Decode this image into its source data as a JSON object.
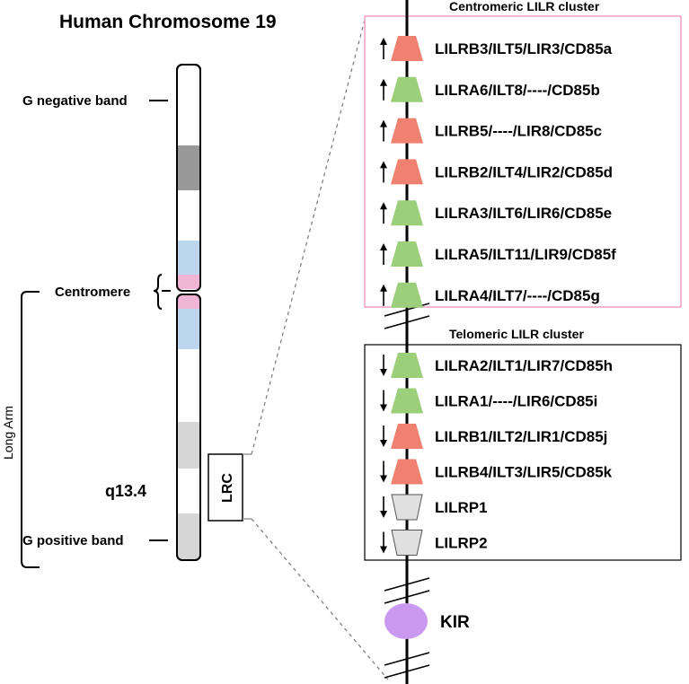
{
  "title": "Human Chromosome 19",
  "labels": {
    "g_negative": "G negative band",
    "g_positive": "G positive band",
    "centromere": "Centromere",
    "long_arm": "Long Arm",
    "q_band": "q13.4",
    "lrc": "LRC"
  },
  "centromeric": {
    "title": "Centromeric LILR cluster",
    "genes": [
      {
        "label": "LILRB3/ILT5/LIR3/CD85a",
        "type": "inhibitory",
        "direction": "up"
      },
      {
        "label": "LILRA6/ILT8/----/CD85b",
        "type": "activating",
        "direction": "up"
      },
      {
        "label": "LILRB5/----/LIR8/CD85c",
        "type": "inhibitory",
        "direction": "up"
      },
      {
        "label": "LILRB2/ILT4/LIR2/CD85d",
        "type": "inhibitory",
        "direction": "up"
      },
      {
        "label": "LILRA3/ILT6/LIR6/CD85e",
        "type": "activating",
        "direction": "up"
      },
      {
        "label": "LILRA5/ILT11/LIR9/CD85f",
        "type": "activating",
        "direction": "up"
      },
      {
        "label": "LILRA4/ILT7/----/CD85g",
        "type": "activating",
        "direction": "up"
      }
    ]
  },
  "telomeric": {
    "title": "Telomeric LILR cluster",
    "genes": [
      {
        "label": "LILRA2/ILT1/LIR7/CD85h",
        "type": "activating",
        "direction": "down"
      },
      {
        "label": "LILRA1/----/LIR6/CD85i",
        "type": "activating",
        "direction": "down"
      },
      {
        "label": "LILRB1/ILT2/LIR1/CD85j",
        "type": "inhibitory",
        "direction": "down"
      },
      {
        "label": "LILRB4/ILT3/LIR5/CD85k",
        "type": "inhibitory",
        "direction": "down"
      },
      {
        "label": "LILRP1",
        "type": "pseudogene",
        "direction": "down"
      },
      {
        "label": "LILRP2",
        "type": "pseudogene",
        "direction": "down"
      }
    ]
  },
  "kir": "KIR",
  "colors": {
    "inhibitory": "#f08070",
    "activating": "#9ccf7a",
    "pseudogene": "#e0e0e0",
    "kir": "#c99af0",
    "centromeric_border": "#f0a0c8",
    "band_dark": "#999999",
    "band_light": "#d6d6d6",
    "band_blue": "#bcd6ee",
    "band_pink": "#f0b4d4"
  }
}
